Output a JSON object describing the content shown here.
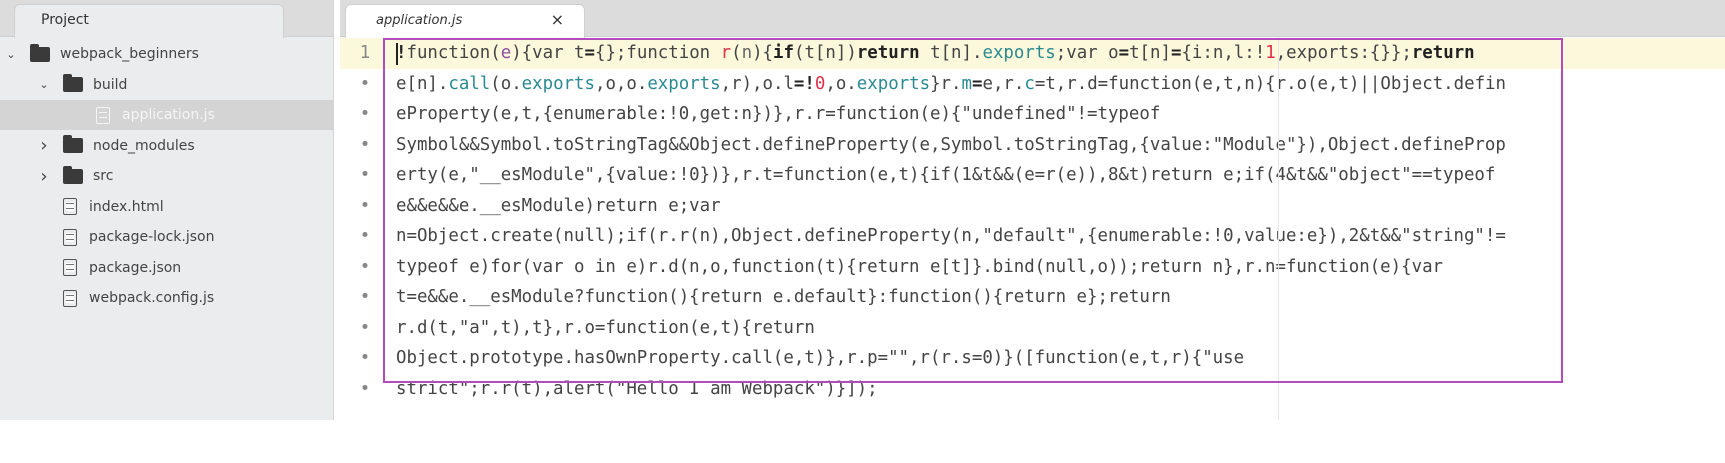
{
  "sidebar": {
    "tab_label": "Project",
    "items": [
      {
        "label": "webpack_beginners",
        "type": "folder",
        "expanded": true,
        "depth": 0
      },
      {
        "label": "build",
        "type": "folder",
        "expanded": true,
        "depth": 1
      },
      {
        "label": "application.js",
        "type": "file",
        "depth": 2,
        "selected": true
      },
      {
        "label": "node_modules",
        "type": "folder",
        "expanded": false,
        "depth": 1
      },
      {
        "label": "src",
        "type": "folder",
        "expanded": false,
        "depth": 1
      },
      {
        "label": "index.html",
        "type": "file",
        "depth": 1
      },
      {
        "label": "package-lock.json",
        "type": "file",
        "depth": 1
      },
      {
        "label": "package.json",
        "type": "file",
        "depth": 1
      },
      {
        "label": "webpack.config.js",
        "type": "file",
        "depth": 1
      }
    ]
  },
  "editor": {
    "tab_label": "application.js",
    "close_icon": "×",
    "highlight_color": "#b44bbb",
    "lines": [
      {
        "gutter": "1",
        "tokens": [
          [
            "!",
            "b"
          ],
          [
            "function(",
            ""
          ],
          [
            "e",
            "p"
          ],
          [
            "){var t",
            ""
          ],
          [
            "=",
            "b"
          ],
          [
            "{};function ",
            ""
          ],
          [
            "r",
            "r"
          ],
          [
            "(",
            ""
          ],
          [
            "n",
            "g"
          ],
          [
            "){",
            ""
          ],
          [
            "if",
            "b"
          ],
          [
            "(t[n])",
            ""
          ],
          [
            "return",
            "b"
          ],
          [
            " t[n].",
            ""
          ],
          [
            "exports",
            "tl"
          ],
          [
            ";var o",
            ""
          ],
          [
            "=",
            "b"
          ],
          [
            "t[n]",
            ""
          ],
          [
            "=",
            "b"
          ],
          [
            "{i:n,l:!",
            ""
          ],
          [
            "1",
            "r"
          ],
          [
            ",exports:{}};",
            ""
          ],
          [
            "return",
            "b"
          ]
        ]
      },
      {
        "gutter": "•",
        "tokens": [
          [
            "e[n].",
            ""
          ],
          [
            "call",
            "tl"
          ],
          [
            "(o.",
            ""
          ],
          [
            "exports",
            "tl"
          ],
          [
            ",o,o.",
            ""
          ],
          [
            "exports",
            "tl"
          ],
          [
            ",r),o.l",
            ""
          ],
          [
            "=!",
            "b"
          ],
          [
            "0",
            "r"
          ],
          [
            ",o.",
            ""
          ],
          [
            "exports",
            "tl"
          ],
          [
            "}r.",
            ""
          ],
          [
            "m",
            "tl"
          ],
          [
            "=",
            "b"
          ],
          [
            "e,r.",
            ""
          ],
          [
            "c",
            "tl"
          ],
          [
            "=t,r.d=function(e,t,n){r.o(e,t)||Object.defin",
            ""
          ]
        ]
      },
      {
        "gutter": "•",
        "tokens": [
          [
            "eProperty(e,t,{enumerable:!0,get:n})},r.r=function(e){\"undefined\"!=typeof",
            ""
          ]
        ]
      },
      {
        "gutter": "•",
        "tokens": [
          [
            "Symbol&&Symbol.toStringTag&&Object.defineProperty(e,Symbol.toStringTag,{value:\"Module\"}),Object.defineProp",
            ""
          ]
        ]
      },
      {
        "gutter": "•",
        "tokens": [
          [
            "erty(e,\"__esModule\",{value:!0})},r.t=function(e,t){if(1&t&&(e=r(e)),8&t)return e;if(4&t&&\"object\"==typeof",
            ""
          ]
        ]
      },
      {
        "gutter": "•",
        "tokens": [
          [
            "e&&e&&e.__esModule)return e;var",
            ""
          ]
        ]
      },
      {
        "gutter": "•",
        "tokens": [
          [
            "n=Object.create(null);if(r.r(n),Object.defineProperty(n,\"default\",{enumerable:!0,value:e}),2&t&&\"string\"!=",
            ""
          ]
        ]
      },
      {
        "gutter": "•",
        "tokens": [
          [
            "typeof e)for(var o in e)r.d(n,o,function(t){return e[t]}.bind(null,o));return n},r.n=function(e){var",
            ""
          ]
        ]
      },
      {
        "gutter": "•",
        "tokens": [
          [
            "t=e&&e.__esModule?function(){return e.default}:function(){return e};return",
            ""
          ]
        ]
      },
      {
        "gutter": "•",
        "tokens": [
          [
            "r.d(t,\"a\",t),t},r.o=function(e,t){return",
            ""
          ]
        ]
      },
      {
        "gutter": "•",
        "tokens": [
          [
            "Object.prototype.hasOwnProperty.call(e,t)},r.p=\"\",r(r.s=0)}([function(e,t,r){\"use",
            ""
          ]
        ]
      },
      {
        "gutter": "•",
        "tokens": [
          [
            "strict\";r.r(t),alert(\"Hello I am Webpack\")}]);",
            ""
          ]
        ]
      }
    ]
  }
}
